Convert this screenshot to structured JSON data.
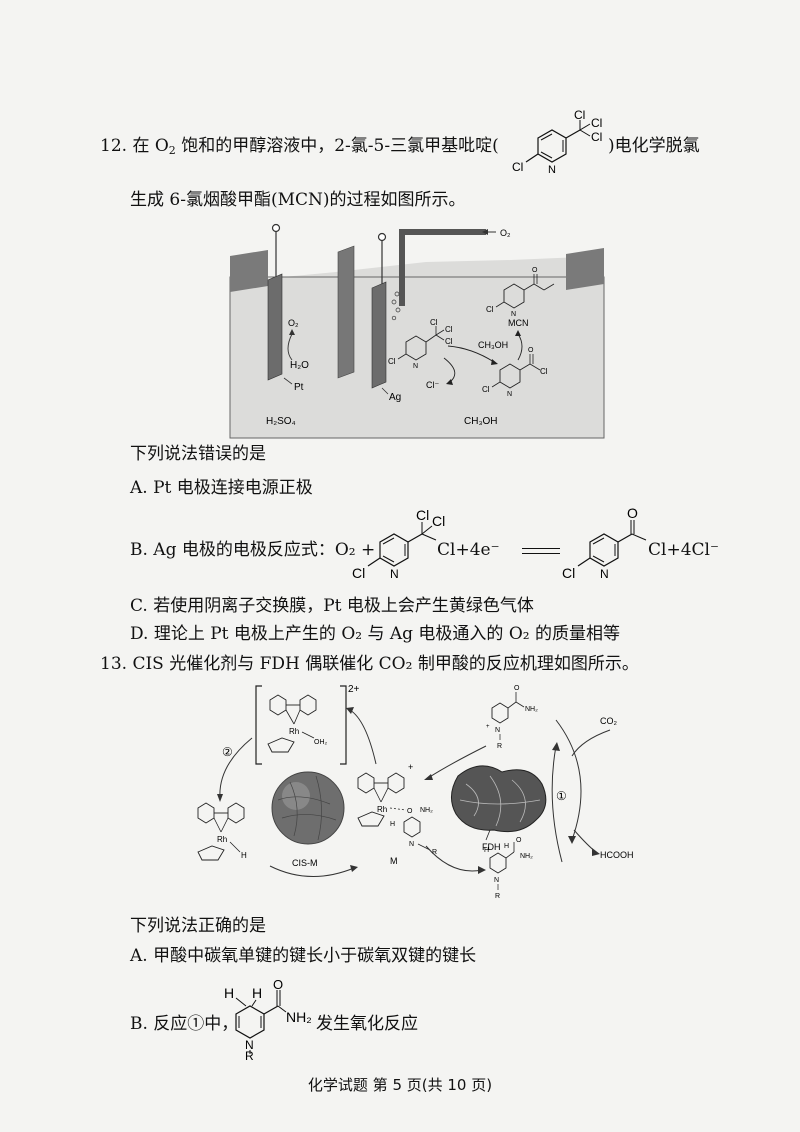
{
  "q12": {
    "number": "12.",
    "stem_part1": "在 O",
    "o2_sub": "2",
    "stem_part2": " 饱和的甲醇溶液中，2-氯-5-三氯甲基吡啶(",
    "stem_part3": ")电化学脱氯",
    "stem_line2": "生成 6-氯烟酸甲酯(MCN)的过程如图所示。",
    "figure": {
      "o2_inlet": "O₂",
      "o2_rising": "O₂",
      "h2o": "H₂O",
      "pt": "Pt",
      "ag": "Ag",
      "cl_minus": "Cl⁻",
      "ch3oh_arrow": "CH₃OH",
      "mcn": "MCN",
      "h2so4": "H₂SO₄",
      "ch3oh_bottom": "CH₃OH"
    },
    "ask": "下列说法错误的是",
    "options": {
      "A": "A. Pt 电极连接电源正极",
      "B_pre": "B. Ag 电极的电极反应式：O₂ +",
      "B_mid": "Cl+4e⁻",
      "B_post": "Cl+4Cl⁻",
      "C": "C. 若使用阴离子交换膜，Pt 电极上会产生黄绿色气体",
      "D": "D. 理论上 Pt 电极上产生的 O₂ 与 Ag 电极通入的 O₂ 的质量相等"
    }
  },
  "q13": {
    "stem": "13. CIS 光催化剂与 FDH 偶联催化 CO₂ 制甲酸的反应机理如图所示。",
    "figure": {
      "charge_2plus": "2+",
      "charge_plus": "+",
      "step2": "②",
      "step1": "①",
      "rh": "Rh",
      "oh2": "OH₂",
      "h": "H",
      "cis_m": "CIS-M",
      "m": "M",
      "fdh": "FDH",
      "co2": "CO₂",
      "hcooh": "HCOOH",
      "nh2": "NH₂",
      "r": "R",
      "n": "N",
      "o": "O"
    },
    "ask": "下列说法正确的是",
    "options": {
      "A": "A. 甲酸中碳氧单键的键长小于碳氧双键的键长",
      "B_pre": "B. 反应①中，",
      "B_post": "发生氧化反应"
    }
  },
  "footer": "化学试题  第 5 页(共 10 页)",
  "labels": {
    "cl": "Cl",
    "n": "N",
    "o": "O",
    "h": "H",
    "r": "R",
    "nh2": "NH₂"
  }
}
